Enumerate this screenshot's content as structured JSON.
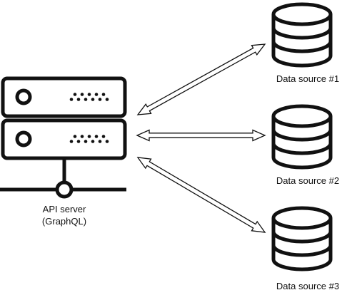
{
  "server": {
    "label_line1": "API server",
    "label_line2": "(GraphQL)",
    "icon": "server-icon"
  },
  "data_sources": [
    {
      "label": "Data source #1",
      "icon": "database-icon"
    },
    {
      "label": "Data source #2",
      "icon": "database-icon"
    },
    {
      "label": "Data source #3",
      "icon": "database-icon"
    }
  ],
  "connectors": [
    {
      "from": "API server",
      "to": "Data source #1",
      "style": "double-headed-arrow"
    },
    {
      "from": "API server",
      "to": "Data source #2",
      "style": "double-headed-arrow"
    },
    {
      "from": "API server",
      "to": "Data source #3",
      "style": "double-headed-arrow"
    }
  ],
  "colors": {
    "stroke": "#111111",
    "background": "#ffffff"
  }
}
